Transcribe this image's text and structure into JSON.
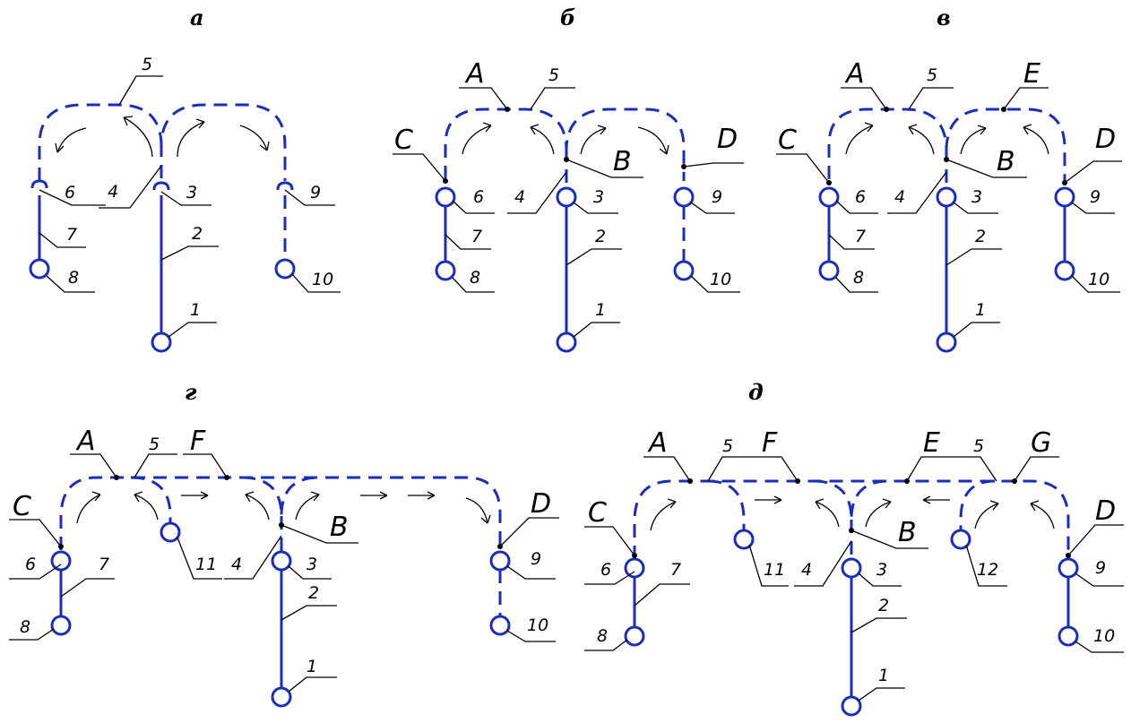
{
  "colors": {
    "pipe": "#1a2ebb",
    "leader": "#000000"
  },
  "a": {
    "title": "а",
    "n1": "1",
    "n2": "2",
    "n3": "3",
    "n4": "4",
    "n5": "5",
    "n6": "6",
    "n7": "7",
    "n8": "8",
    "n9": "9",
    "n10": "10"
  },
  "b": {
    "title": "б",
    "A": "A",
    "B": "B",
    "C": "C",
    "D": "D",
    "n1": "1",
    "n2": "2",
    "n3": "3",
    "n4": "4",
    "n5": "5",
    "n6": "6",
    "n7": "7",
    "n8": "8",
    "n9": "9",
    "n10": "10"
  },
  "v": {
    "title": "в",
    "A": "A",
    "B": "B",
    "C": "C",
    "D": "D",
    "E": "E",
    "n1": "1",
    "n2": "2",
    "n3": "3",
    "n4": "4",
    "n5": "5",
    "n6": "6",
    "n7": "7",
    "n8": "8",
    "n9": "9",
    "n10": "10"
  },
  "g": {
    "title": "г",
    "A": "A",
    "B": "B",
    "C": "C",
    "D": "D",
    "F": "F",
    "n1": "1",
    "n2": "2",
    "n3": "3",
    "n4": "4",
    "n5": "5",
    "n6": "6",
    "n7": "7",
    "n8": "8",
    "n9": "9",
    "n10": "10",
    "n11": "11"
  },
  "d": {
    "title": "д",
    "A": "A",
    "B": "B",
    "C": "C",
    "D": "D",
    "E": "E",
    "F": "F",
    "G": "G",
    "n1": "1",
    "n2": "2",
    "n3": "3",
    "n4": "4",
    "n5a": "5",
    "n5b": "5",
    "n6": "6",
    "n7": "7",
    "n8": "8",
    "n9": "9",
    "n10": "10",
    "n11": "11",
    "n12": "12"
  }
}
